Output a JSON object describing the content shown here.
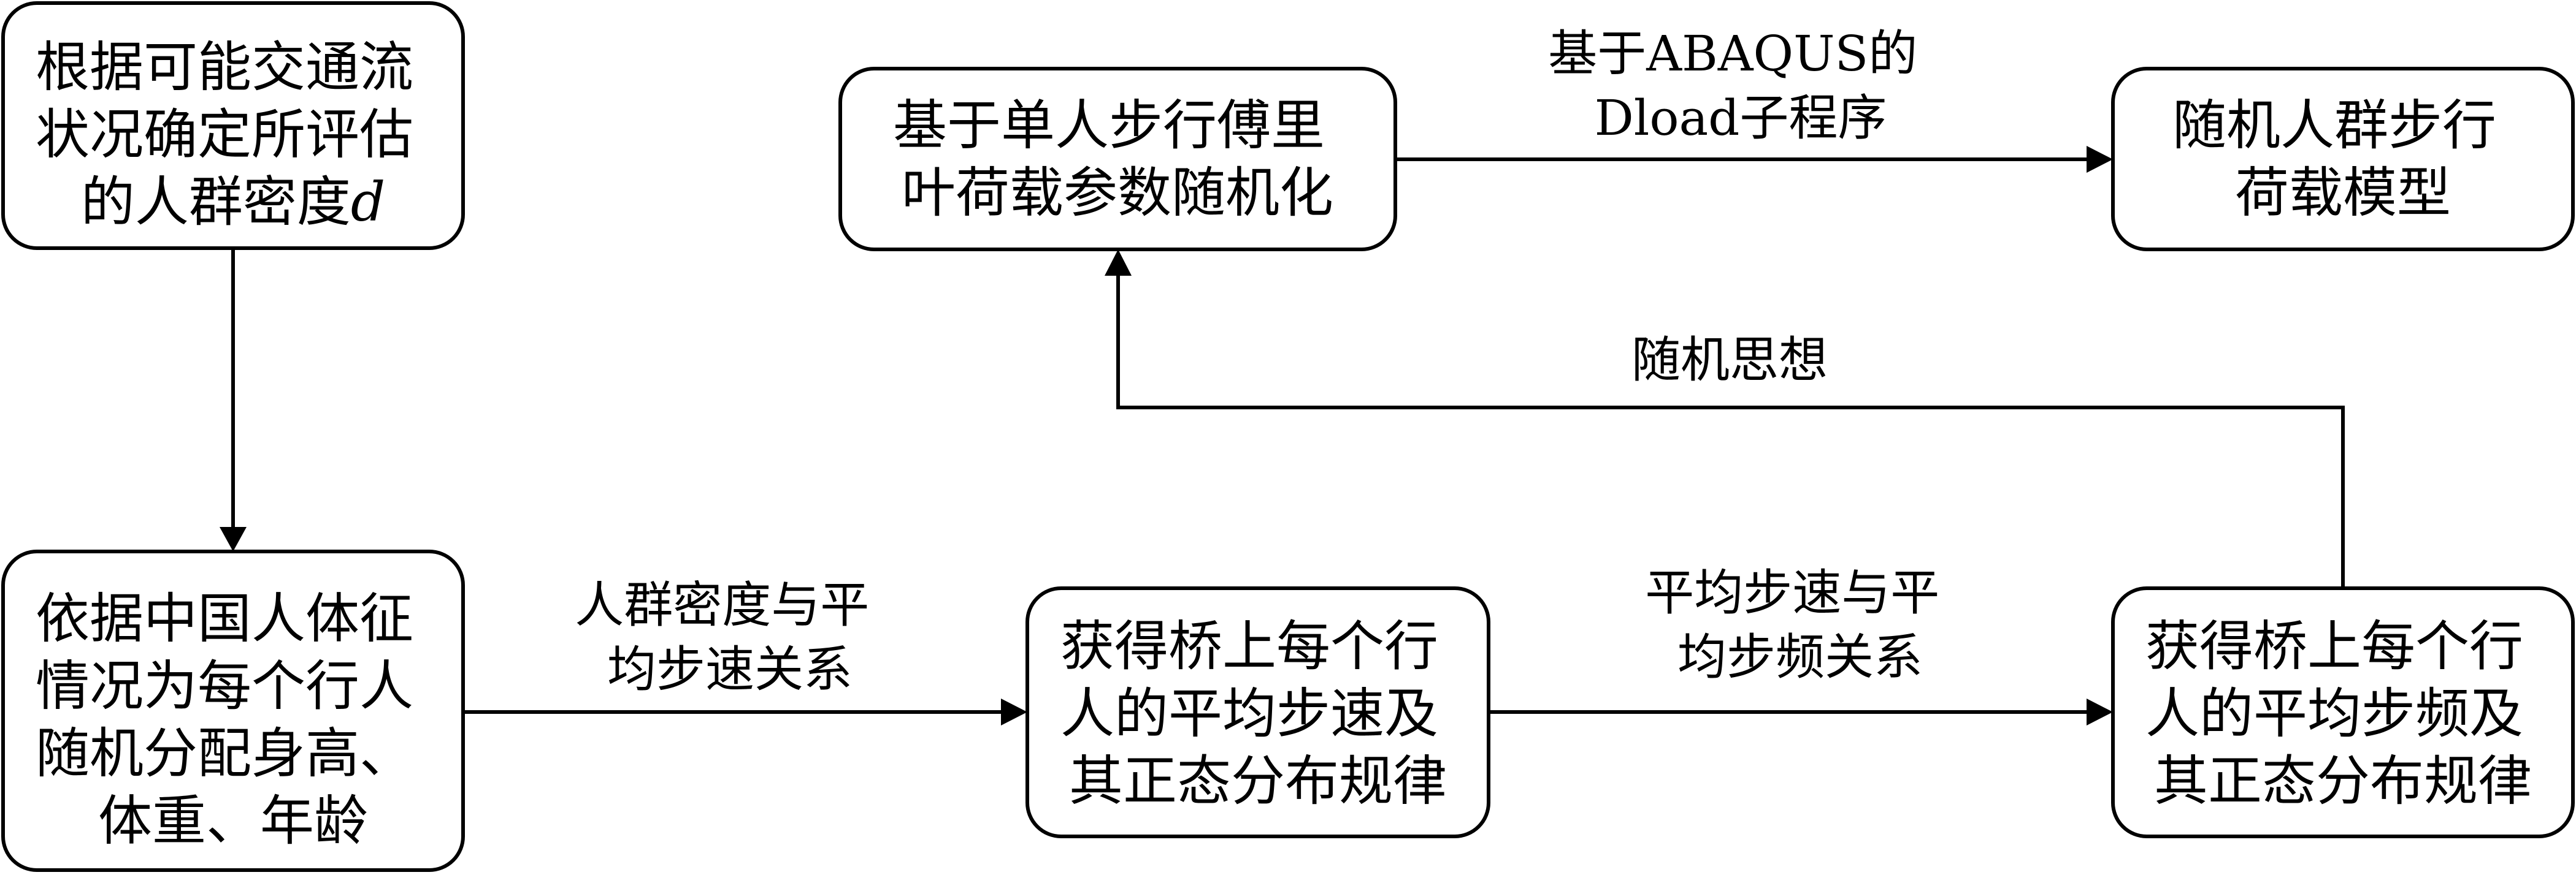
{
  "nodes": {
    "density": {
      "lines": [
        "根据可能交通流",
        "状况确定所评估",
        "的人群密度"
      ],
      "variable": "d"
    },
    "body_assign": {
      "lines": [
        "依据中国人体征",
        "情况为每个行人",
        "随机分配身高、",
        "体重、年龄"
      ]
    },
    "walk_speed": {
      "lines": [
        "获得桥上每个行",
        "人的平均步速及",
        "其正态分布规律"
      ]
    },
    "step_freq": {
      "lines": [
        "获得桥上每个行",
        "人的平均步频及",
        "其正态分布规律"
      ]
    },
    "fourier_random": {
      "lines": [
        "基于单人步行傅里",
        "叶荷载参数随机化"
      ]
    },
    "crowd_model": {
      "lines": [
        "随机人群步行",
        "荷载模型"
      ]
    }
  },
  "edges": {
    "density_speed": {
      "lines": [
        "人群密度与平",
        "均步速关系"
      ]
    },
    "speed_freq": {
      "lines": [
        "平均步速与平",
        "均步频关系"
      ]
    },
    "random_idea": {
      "lines": [
        "随机思想"
      ]
    },
    "dload": {
      "lines": [
        "基于ABAQUS的",
        "Dload子程序"
      ]
    }
  }
}
